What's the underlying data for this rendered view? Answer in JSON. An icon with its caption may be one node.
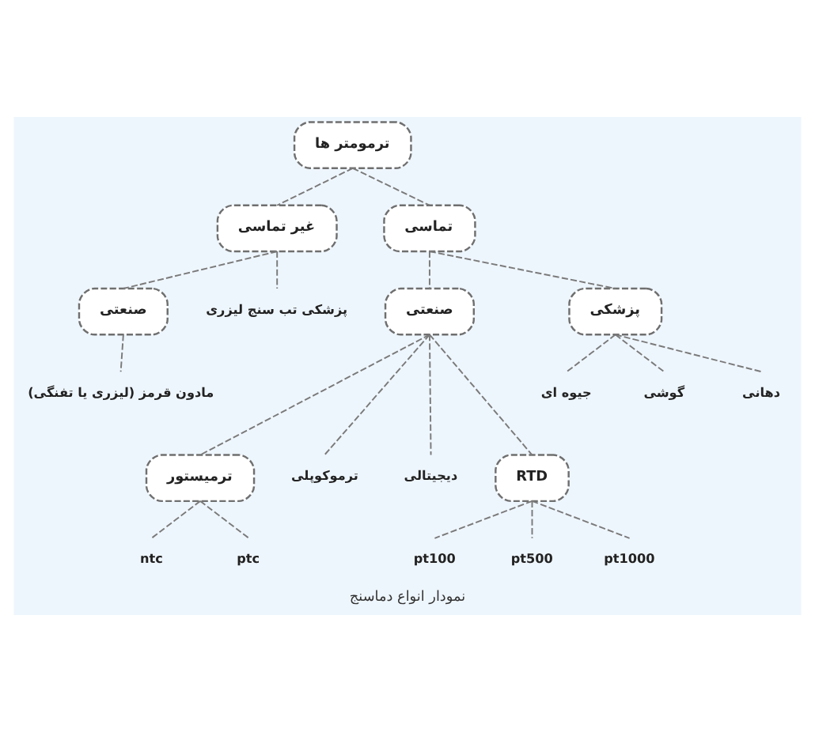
{
  "diagram": {
    "caption": "نمودار انواع دماسنج",
    "nodes": [
      {
        "text": [
          "ترمومتر ها"
        ]
      },
      {
        "text": [
          "غیر تماسی"
        ]
      },
      {
        "text": [
          "تماسی"
        ]
      },
      {
        "text": [
          "صنعتی"
        ]
      },
      {
        "text": [
          "پزشکی تب سنج لیزری"
        ]
      },
      {
        "text": [
          "صنعتی"
        ]
      },
      {
        "text": [
          "پزشکی"
        ]
      },
      {
        "text": [
          "مادون قرمز (لیزری یا تفنگی)"
        ]
      },
      {
        "text": [
          "ترمیستور"
        ]
      },
      {
        "text": [
          "ترموکوپلی"
        ]
      },
      {
        "text": [
          "دیجیتالی"
        ]
      },
      {
        "text": [
          "RTD"
        ]
      },
      {
        "text": [
          "جیوه ای"
        ]
      },
      {
        "text": [
          "گوشی"
        ]
      },
      {
        "text": [
          "دهانی"
        ]
      },
      {
        "text": [
          "ntc"
        ]
      },
      {
        "text": [
          "ptc"
        ]
      },
      {
        "text": [
          "pt100"
        ]
      },
      {
        "text": [
          "pt500"
        ]
      },
      {
        "text": [
          "pt1000"
        ]
      }
    ],
    "edges": [
      {
        "from": 0,
        "to": 1,
        "arrow": "none",
        "style": "dashed"
      },
      {
        "from": 0,
        "to": 2,
        "arrow": "none",
        "style": "dashed"
      },
      {
        "from": 1,
        "to": 3,
        "arrow": "none",
        "style": "dashed"
      },
      {
        "from": 1,
        "to": 4,
        "arrow": "none",
        "style": "dashed"
      },
      {
        "from": 2,
        "to": 5,
        "arrow": "none",
        "style": "dashed"
      },
      {
        "from": 2,
        "to": 6,
        "arrow": "none",
        "style": "dashed"
      },
      {
        "from": 3,
        "to": 7,
        "arrow": "none",
        "style": "dashed"
      },
      {
        "from": 5,
        "to": 8,
        "arrow": "none",
        "style": "dashed"
      },
      {
        "from": 5,
        "to": 9,
        "arrow": "none",
        "style": "dashed"
      },
      {
        "from": 5,
        "to": 10,
        "arrow": "none",
        "style": "dashed"
      },
      {
        "from": 5,
        "to": 11,
        "arrow": "none",
        "style": "dashed"
      },
      {
        "from": 6,
        "to": 12,
        "arrow": "none",
        "style": "dashed"
      },
      {
        "from": 6,
        "to": 13,
        "arrow": "none",
        "style": "dashed"
      },
      {
        "from": 6,
        "to": 14,
        "arrow": "none",
        "style": "dashed"
      },
      {
        "from": 8,
        "to": 15,
        "arrow": "none",
        "style": "dashed"
      },
      {
        "from": 8,
        "to": 16,
        "arrow": "none",
        "style": "dashed"
      },
      {
        "from": 11,
        "to": 17,
        "arrow": "none",
        "style": "dashed"
      },
      {
        "from": 11,
        "to": 18,
        "arrow": "none",
        "style": "dashed"
      },
      {
        "from": 11,
        "to": 19,
        "arrow": "none",
        "style": "dashed"
      }
    ]
  }
}
